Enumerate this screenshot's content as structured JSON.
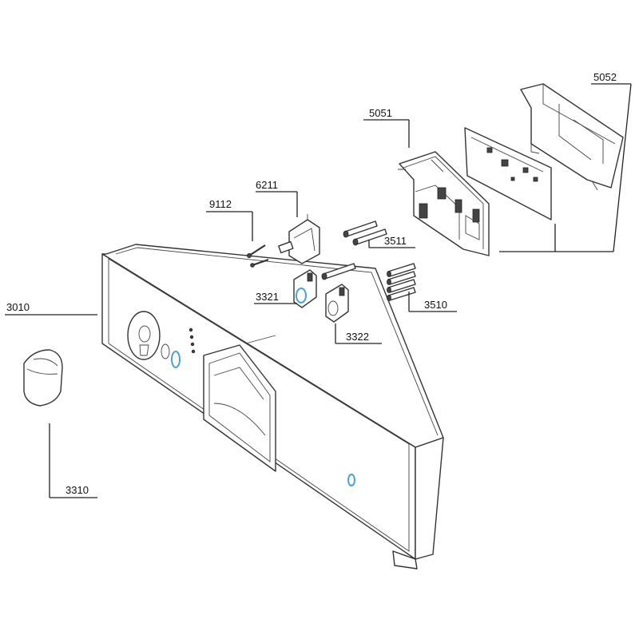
{
  "diagram": {
    "labels": [
      {
        "id": "5052",
        "text": "5052"
      },
      {
        "id": "5051",
        "text": "5051"
      },
      {
        "id": "6211",
        "text": "6211"
      },
      {
        "id": "9112",
        "text": "9112"
      },
      {
        "id": "3511",
        "text": "3511"
      },
      {
        "id": "3010",
        "text": "3010"
      },
      {
        "id": "3321",
        "text": "3321"
      },
      {
        "id": "3510",
        "text": "3510"
      },
      {
        "id": "3322",
        "text": "3322"
      },
      {
        "id": "3310",
        "text": "3310"
      }
    ],
    "accent_color": "#4a9fd6"
  }
}
